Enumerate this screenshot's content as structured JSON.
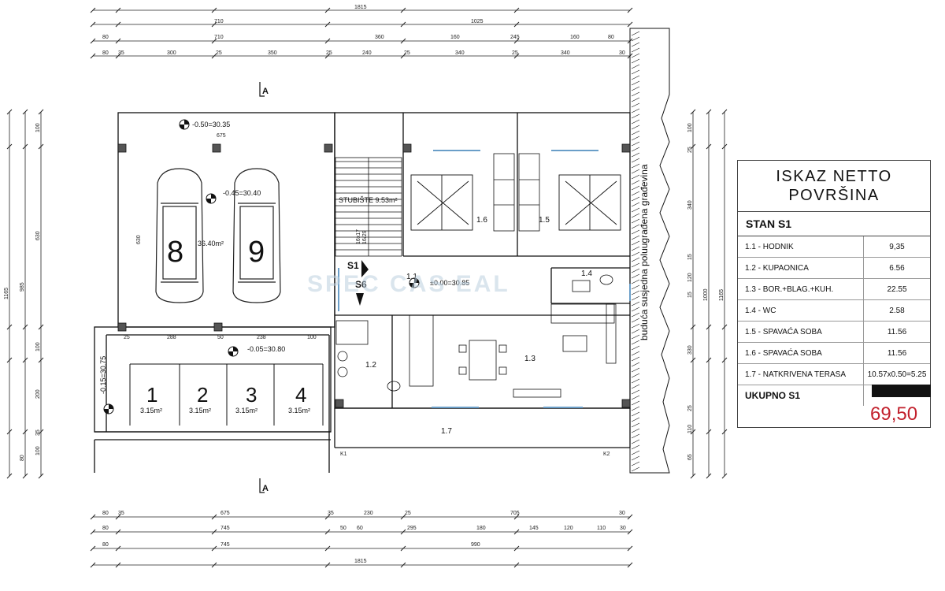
{
  "dims": {
    "top_total": "1815",
    "top_r1": [
      "710",
      "1025"
    ],
    "top_r2": [
      "80",
      "710",
      "360",
      "160",
      "245",
      "160",
      "80"
    ],
    "top_r3": [
      "80",
      "35",
      "300",
      "25",
      "350",
      "25",
      "240",
      "25",
      "340",
      "25",
      "340",
      "30"
    ],
    "left_total": "1165",
    "left_r1": [
      "985",
      "80"
    ],
    "left_r2": [
      "100",
      "630",
      "100",
      "200",
      "35",
      "100"
    ],
    "right_total": "1165",
    "right_r1": [
      "1000"
    ],
    "right_r2": [
      "100",
      "25",
      "340",
      "15",
      "120",
      "15",
      "330",
      "25",
      "110",
      "65"
    ],
    "bottom_r1": [
      "80",
      "35",
      "675",
      "35",
      "230",
      "25",
      "705",
      "30"
    ],
    "bottom_r2": [
      "80",
      "745",
      "50",
      "60",
      "295",
      "180",
      "145",
      "120",
      "110",
      "30"
    ],
    "bottom_r3": [
      "80",
      "745",
      "990"
    ],
    "bottom_total": "1815",
    "garage_inner": [
      "675",
      "630"
    ],
    "parking_strip": [
      "25",
      "288",
      "50",
      "238",
      "100"
    ]
  },
  "section_labels": [
    "A",
    "A"
  ],
  "levels": [
    "-0.50=30.35",
    "-0.45=30.40",
    "±0.00=30.85",
    "-0.05=30.80",
    "-0.15=30.75"
  ],
  "garage": {
    "spots": [
      "8",
      "9"
    ],
    "area": "36.40m²"
  },
  "parking_spaces": [
    {
      "num": "1",
      "area": "3.15m²"
    },
    {
      "num": "2",
      "area": "3.15m²"
    },
    {
      "num": "3",
      "area": "3.15m²"
    },
    {
      "num": "4",
      "area": "3.15m²"
    }
  ],
  "stairs": {
    "label": "STUBIŠTE 9.53m²",
    "steps": "16x17",
    "tread": "16/29"
  },
  "entry": {
    "unit": "S1",
    "sub": "S6"
  },
  "rooms": [
    "1.1",
    "1.2",
    "1.3",
    "1.4",
    "1.5",
    "1.6",
    "1.7"
  ],
  "neighbor_text": "buduća susjedna poluugrađena građevina",
  "corner_marks": [
    "K1",
    "K2"
  ],
  "watermark": "SPEC  CAS  EAL",
  "table": {
    "title_line1": "ISKAZ NETTO",
    "title_line2": "POVRŠINA",
    "unit_header": "STAN S1",
    "rows": [
      {
        "name": "1.1 - HODNIK",
        "value": "9,35"
      },
      {
        "name": "1.2 - KUPAONICA",
        "value": "6.56"
      },
      {
        "name": "1.3 - BOR.+BLAG.+KUH.",
        "value": "22.55"
      },
      {
        "name": "1.4 - WC",
        "value": "2.58"
      },
      {
        "name": "1.5 - SPAVAĆA SOBA",
        "value": "11.56"
      },
      {
        "name": "1.6 - SPAVAĆA SOBA",
        "value": "11.56"
      },
      {
        "name": "1.7 - NATKRIVENA TERASA",
        "value": "10.57x0.50=5.25"
      }
    ],
    "total_label": "UKUPNO S1",
    "total_value": "69,50"
  },
  "colors": {
    "line": "#111111",
    "total": "#c2202c",
    "window": "#6a9ec8"
  }
}
